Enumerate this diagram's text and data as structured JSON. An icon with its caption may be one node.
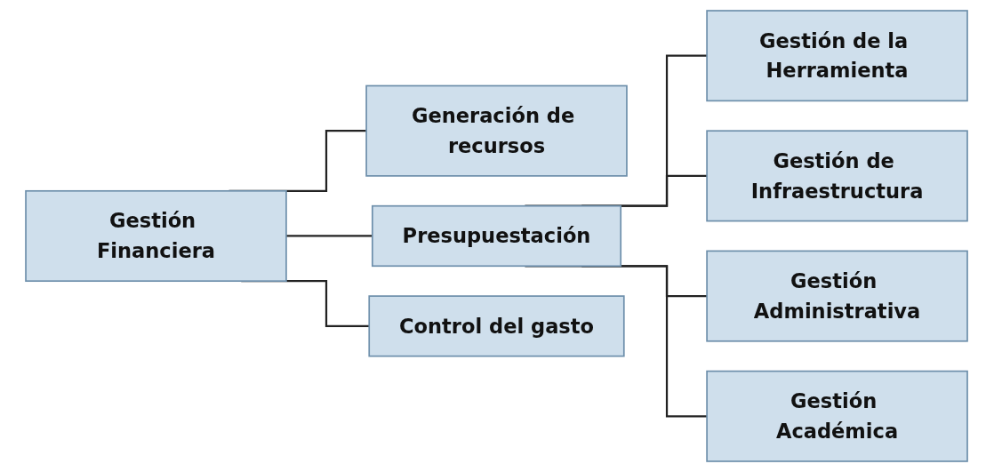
{
  "diagram": {
    "nodes": [
      {
        "text": [
          "Gestión Financiera"
        ]
      },
      {
        "text": [
          "Generación de recursos"
        ]
      },
      {
        "text": [
          "Presupuestación"
        ]
      },
      {
        "text": [
          "Control del gasto"
        ]
      },
      {
        "text": [
          "Gestión de la Herramienta"
        ]
      },
      {
        "text": [
          "Gestión de Infraestructura"
        ]
      },
      {
        "text": [
          "Gestión Administrativa"
        ]
      },
      {
        "text": [
          "Gestión Académica"
        ]
      }
    ],
    "edges": [
      {
        "from": 0,
        "to": 1,
        "arrow": "none"
      },
      {
        "from": 0,
        "to": 2,
        "arrow": "none"
      },
      {
        "from": 0,
        "to": 3,
        "arrow": "none"
      },
      {
        "from": 2,
        "to": 4,
        "arrow": "none"
      },
      {
        "from": 2,
        "to": 5,
        "arrow": "none"
      },
      {
        "from": 2,
        "to": 6,
        "arrow": "none"
      },
      {
        "from": 2,
        "to": 7,
        "arrow": "none"
      }
    ]
  }
}
